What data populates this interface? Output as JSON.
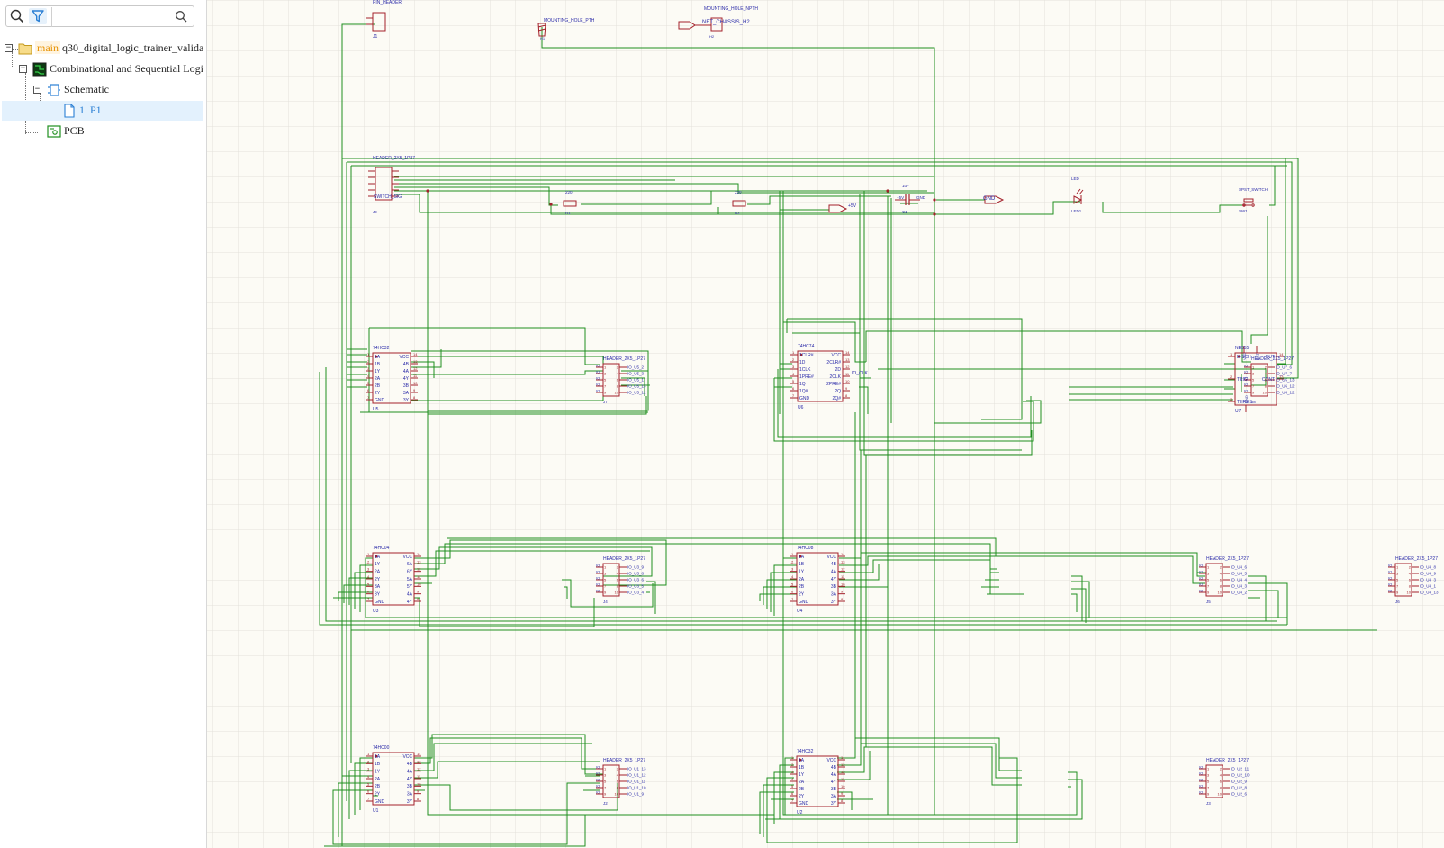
{
  "sidebar": {
    "search": {
      "placeholder": "",
      "value": ""
    },
    "tree": {
      "root": {
        "tag": "main",
        "label": "q30_digital_logic_trainer_valida"
      },
      "project": {
        "label": "Combinational and Sequential Logi"
      },
      "schematic": {
        "label": "Schematic"
      },
      "sheet": {
        "label": "1. P1"
      },
      "pcb": {
        "label": "PCB"
      }
    }
  },
  "schematic": {
    "colors": {
      "background": "#fcfbf5",
      "grid": "#e3e2da",
      "wire": "#1f8f1f",
      "symbol": "#a3202a",
      "text": "#2a2aa8"
    },
    "top_parts": {
      "j1": {
        "value": "PIN_HEADER",
        "ref": "J1"
      },
      "h1": {
        "value": "MOUNTING_HOLE_PTH",
        "ref": "H1"
      },
      "h2": {
        "value": "MOUNTING_HOLE_NPTH",
        "ref": "H2",
        "net": "NET_CHASSIS_H2"
      }
    },
    "row1": {
      "j9": {
        "value": "HEADER_2X5_1P27",
        "ref": "J9",
        "pin": "SWITCH_SIG"
      },
      "r1": {
        "value": "220",
        "ref": "R1"
      },
      "r2": {
        "value": "220",
        "ref": "R2"
      },
      "pwr": "+5V",
      "c1": {
        "value": "1uF",
        "ref": "C1",
        "pin1": "+5V",
        "pin2": "GND"
      },
      "gnd": "GND",
      "led": {
        "value": "LED",
        "ref": "LED1"
      },
      "sw": {
        "value": "SPST_SWITCH",
        "ref": "SW1"
      }
    },
    "ics": [
      {
        "key": "u5",
        "value": "74HC32",
        "ref": "U5",
        "left": [
          "1A",
          "1B",
          "1Y",
          "2A",
          "2B",
          "2Y",
          "GND"
        ],
        "right": [
          "VCC",
          "4B",
          "4A",
          "4Y",
          "3B",
          "3A",
          "3Y"
        ]
      },
      {
        "key": "u6",
        "value": "74HC74",
        "ref": "U6",
        "left": [
          "1CLR#",
          "1D",
          "1CLK",
          "1PRE#",
          "1Q",
          "1Q#",
          "GND"
        ],
        "right": [
          "VCC",
          "2CLR#",
          "2D",
          "2CLK",
          "2PRE#",
          "2Q",
          "2Q#"
        ],
        "net": "IO_CLK"
      },
      {
        "key": "u7",
        "value": "NE555",
        "ref": "U7",
        "left": [
          "DISCH",
          "TRIG",
          "THRES"
        ],
        "right": [
          "OUT",
          "CONT"
        ],
        "top": [
          "VCC",
          "RST"
        ],
        "bottom": [
          "GND"
        ]
      },
      {
        "key": "u3",
        "value": "74HC04",
        "ref": "U3",
        "left": [
          "1A",
          "1Y",
          "2A",
          "2Y",
          "3A",
          "3Y",
          "GND"
        ],
        "right": [
          "VCC",
          "6A",
          "6Y",
          "5A",
          "5Y",
          "4A",
          "4Y"
        ]
      },
      {
        "key": "u4",
        "value": "74HC08",
        "ref": "U4",
        "left": [
          "1A",
          "1B",
          "1Y",
          "2A",
          "2B",
          "2Y",
          "GND"
        ],
        "right": [
          "VCC",
          "4B",
          "4A",
          "4Y",
          "3B",
          "3A",
          "3Y"
        ]
      },
      {
        "key": "u1",
        "value": "74HC00",
        "ref": "U1",
        "left": [
          "1A",
          "1B",
          "1Y",
          "2A",
          "2B",
          "2Y",
          "GND"
        ],
        "right": [
          "VCC",
          "4B",
          "4A",
          "4Y",
          "3B",
          "3A",
          "3Y"
        ]
      },
      {
        "key": "u2",
        "value": "74HC32",
        "ref": "U2",
        "left": [
          "1A",
          "1B",
          "1Y",
          "2A",
          "2B",
          "2Y",
          "GND"
        ],
        "right": [
          "VCC",
          "4B",
          "4A",
          "4Y",
          "3B",
          "3A",
          "3Y"
        ]
      }
    ],
    "headers": [
      {
        "key": "j7",
        "value": "HEADER_2X5_1P27",
        "ref": "J7",
        "nets": [
          "IO_U5_2",
          "IO_U5_3",
          "IO_U5_1",
          "IO_U5_13",
          "IO_U5_12"
        ]
      },
      {
        "key": "j8",
        "value": "HEADER_2X5_1P27",
        "ref": "J8",
        "nets": [
          "IO_U7_6",
          "IO_U7_7",
          "IO_U5_13",
          "IO_U6_12",
          "IO_U6_12"
        ]
      },
      {
        "key": "j4",
        "value": "HEADER_2X5_1P27",
        "ref": "J4",
        "nets": [
          "IO_U3_9",
          "IO_U3_8",
          "IO_U3_6",
          "IO_U3_5",
          "IO_U3_4"
        ]
      },
      {
        "key": "j5",
        "value": "HEADER_2X5_1P27",
        "ref": "J5",
        "nets": [
          "IO_U4_6",
          "IO_U4_5",
          "IO_U4_4",
          "IO_U4_3",
          "IO_U4_2"
        ]
      },
      {
        "key": "j6",
        "value": "HEADER_2X5_1P27",
        "ref": "J6",
        "nets": [
          "IO_U4_8",
          "IO_U4_9",
          "IO_U4_3",
          "IO_U4_1",
          "IO_U4_13"
        ]
      },
      {
        "key": "j2",
        "value": "HEADER_2X5_1P27",
        "ref": "J2",
        "nets": [
          "IO_U1_13",
          "IO_U1_12",
          "IO_U1_11",
          "IO_U1_10",
          "IO_U1_9"
        ]
      },
      {
        "key": "j3",
        "value": "HEADER_2X5_1P27",
        "ref": "J3",
        "nets": [
          "IO_U2_11",
          "IO_U2_10",
          "IO_U2_9",
          "IO_U2_8",
          "IO_U2_6"
        ]
      }
    ]
  }
}
